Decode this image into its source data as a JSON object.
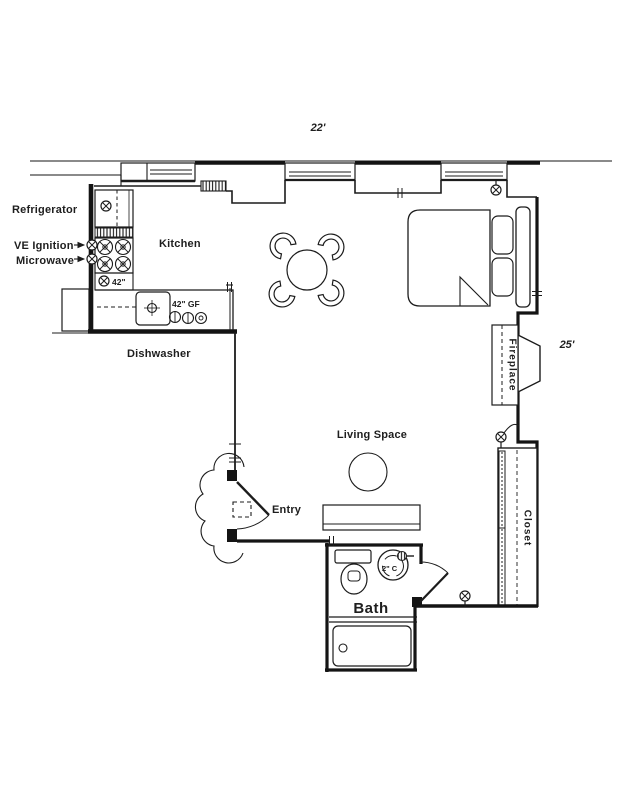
{
  "title": "Studio apartment floor plan",
  "dimensions": {
    "width": "22'",
    "height": "25'"
  },
  "labels": {
    "refrigerator": "Refrigerator",
    "ve_ignition": "VE Ignition",
    "microwave": "Microwave",
    "kitchen": "Kitchen",
    "dishwasher": "Dishwasher",
    "living_space": "Living Space",
    "entry": "Entry",
    "bath": "Bath",
    "fireplace": "Fireplace",
    "closet": "Closet"
  },
  "annotations": {
    "counter_depth": "42\"",
    "counter_outlet": "42\" GF",
    "sink_note": "2\" C"
  },
  "colors": {
    "line": "#1c1c1c",
    "wall": "#141414",
    "background": "#ffffff",
    "label": "#1e1e1e"
  },
  "fixtures": [
    "refrigerator",
    "range-burners",
    "kitchen-sink",
    "dishwasher-unit",
    "baseboard-heater",
    "dining-table",
    "dining-chairs",
    "bed",
    "pillows",
    "headboard",
    "fireplace",
    "closet-sliding-doors",
    "sofa",
    "ottoman",
    "toilet",
    "bath-sink",
    "bathtub",
    "entry-door",
    "bath-door",
    "wall-lights",
    "windows"
  ]
}
